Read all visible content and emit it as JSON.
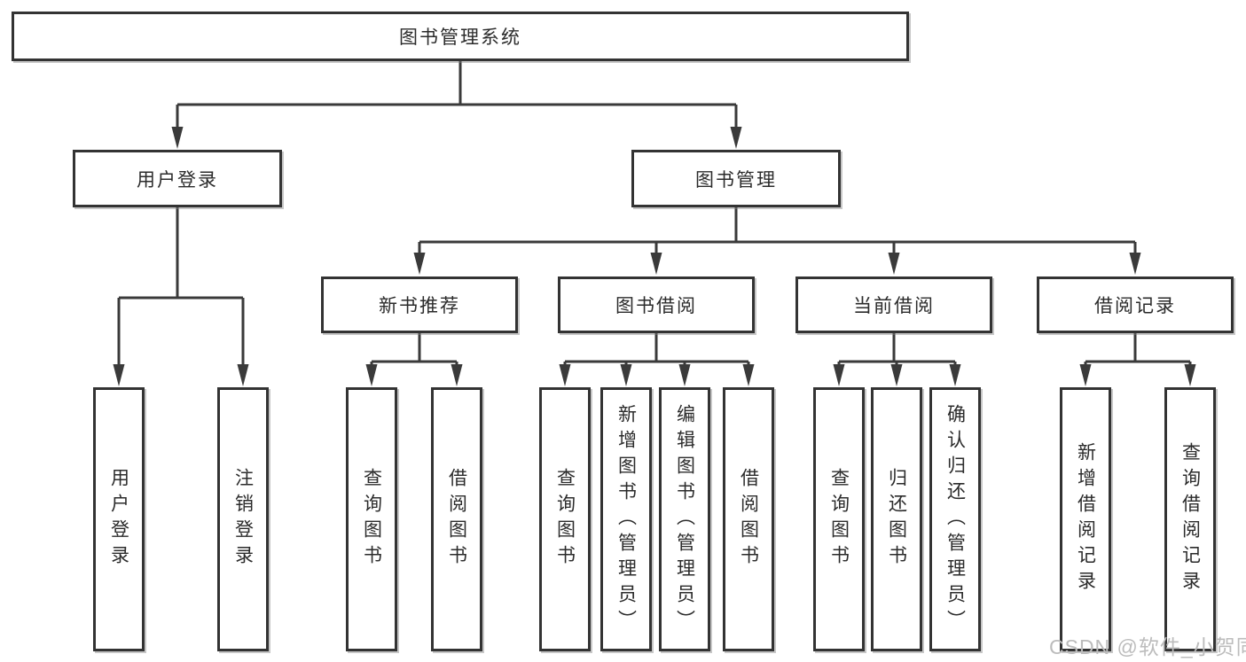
{
  "diagram": {
    "title": "图书管理系统",
    "nodes": {
      "root": "图书管理系统",
      "user_login": "用户登录",
      "book_mgmt": "图书管理",
      "new_book_rec": "新书推荐",
      "book_borrow": "图书借阅",
      "current_borrow": "当前借阅",
      "borrow_records": "借阅记录",
      "user_login_children": [
        "用户登录",
        "注销登录"
      ],
      "new_book_rec_children": [
        "查询图书",
        "借阅图书"
      ],
      "book_borrow_children": [
        "查询图书",
        "新增图书（管理员）",
        "编辑图书（管理员）",
        "借阅图书"
      ],
      "current_borrow_children": [
        "查询图书",
        "归还图书",
        "确认归还（管理员）"
      ],
      "borrow_records_children": [
        "新增借阅记录",
        "查询借阅记录"
      ]
    },
    "colors": {
      "line": "#3a3a3a",
      "border": "#333333",
      "text": "#2b2b2b",
      "watermark": "#bcbcbc",
      "background": "#ffffff"
    }
  },
  "watermark": {
    "text": "CSDN @软件_小贺同学"
  }
}
